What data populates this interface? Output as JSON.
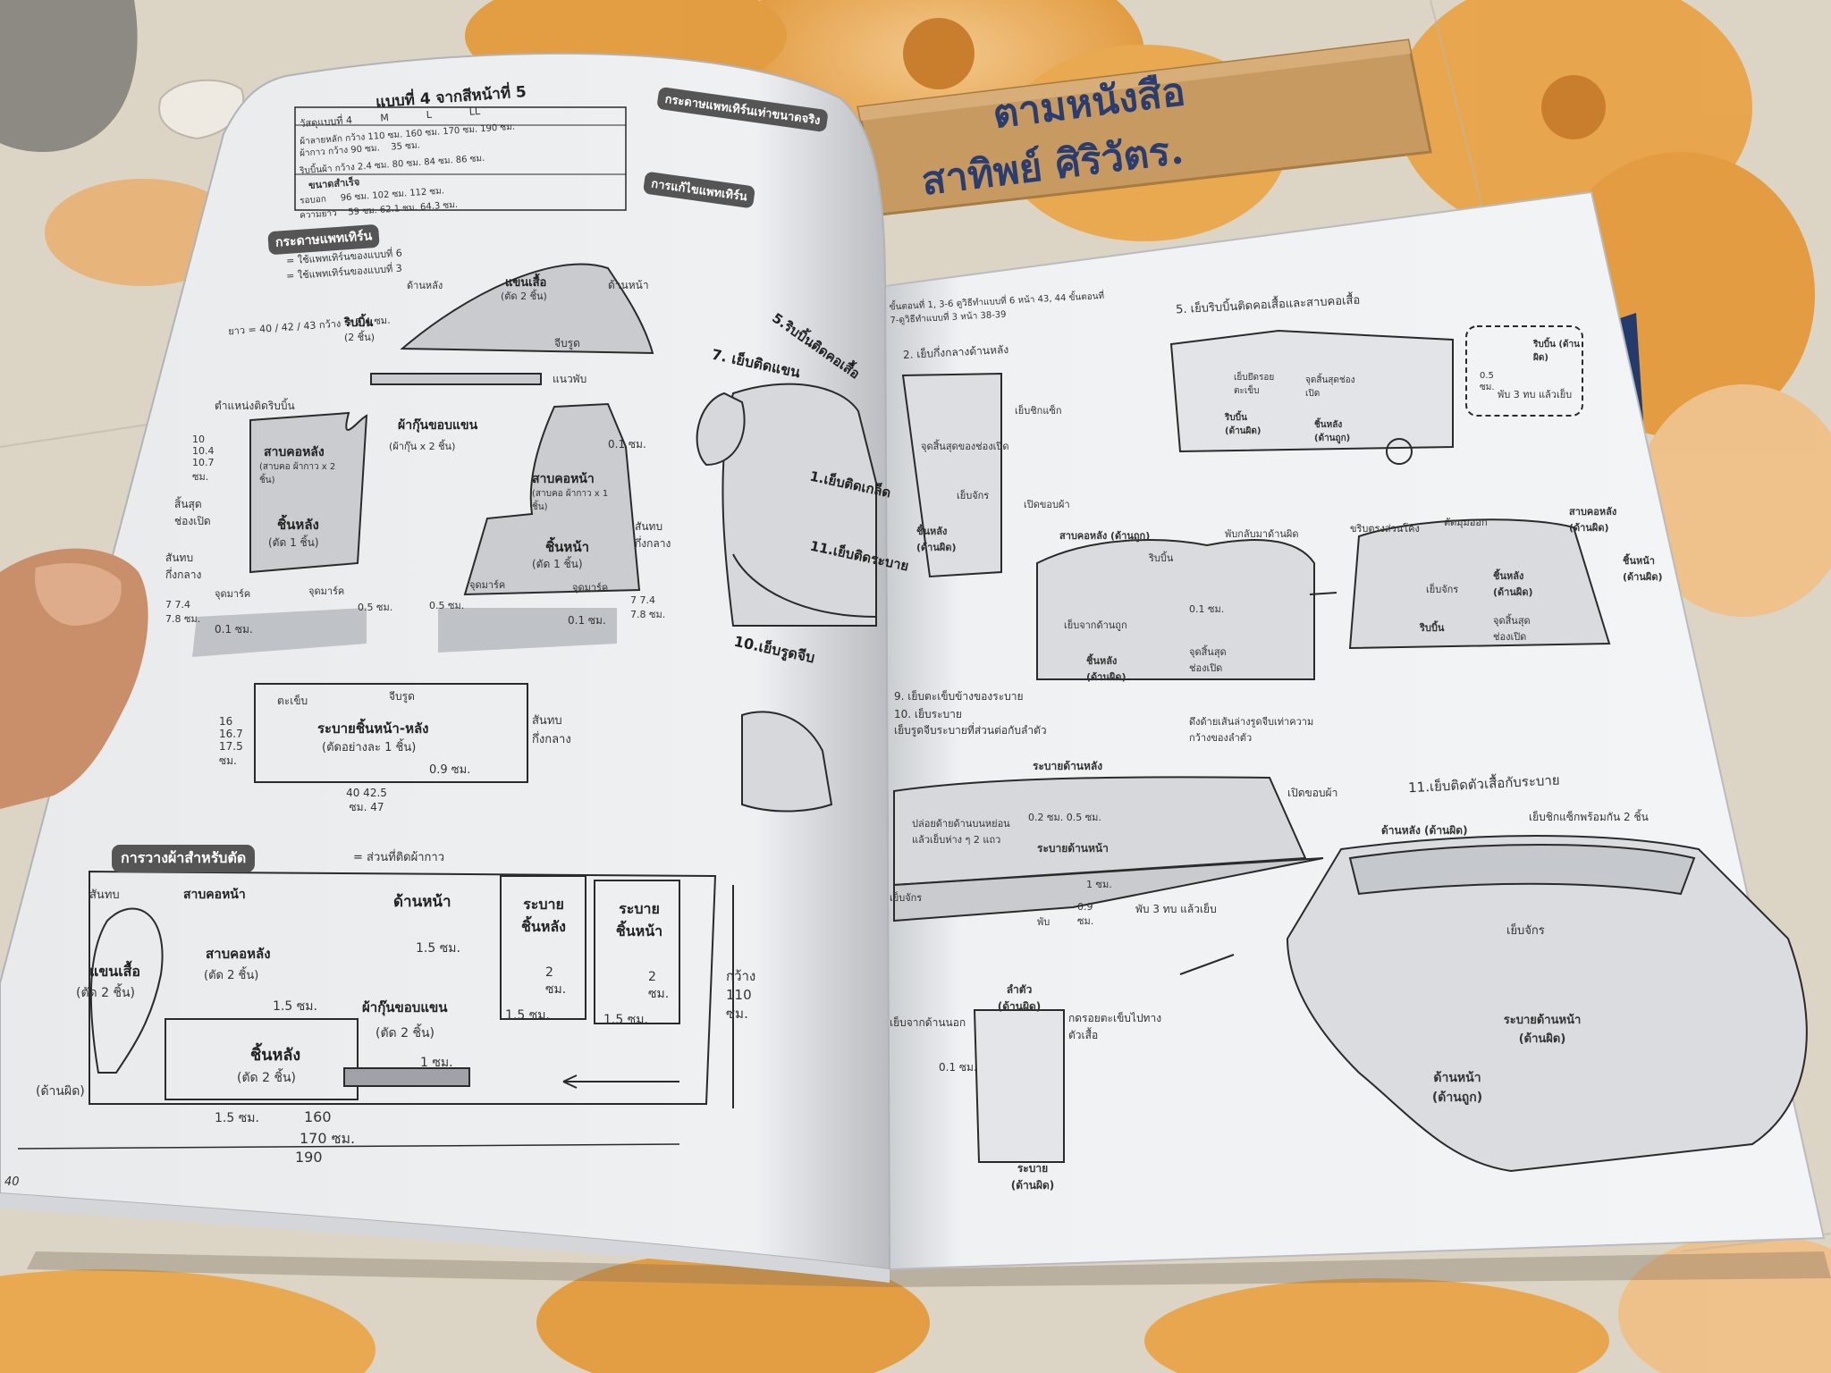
{
  "scene": {
    "description_free": true
  },
  "cardboard_label": {
    "line1": "ตามหนังสือ",
    "line2": "สาทิพย์ ศิริวัตร."
  },
  "left_page": {
    "heading": "แบบที่ 4 จากสีหน้าที่ 5",
    "size_table": {
      "headers": [
        "วัสดุแบบที่ 4",
        "M",
        "L",
        "LL"
      ],
      "rows": [
        [
          "ผ้าลายหลัก กว้าง 110 ซม.",
          "160 ซม.",
          "170 ซม.",
          "190 ซม."
        ],
        [
          "ผ้ากาว กว้าง 90 ซม.",
          "",
          "35 ซม.",
          ""
        ],
        [
          "ริบบิ้นผ้า กว้าง 2.4 ซม.",
          "80 ซม.",
          "84 ซม.",
          "86 ซม."
        ],
        [
          "ขนาดสำเร็จ",
          "",
          "",
          ""
        ],
        [
          "รอบอก",
          "96 ซม.",
          "102 ซม.",
          "112 ซม."
        ],
        [
          "ความยาว",
          "59 ซม.",
          "62.1 ซม.",
          "64.3 ซม."
        ]
      ]
    },
    "pattern_legend_title": "กระดาษแพทเทิร์น",
    "legend_a": "= ใช้แพทเทิร์นของแบบที่ 6",
    "legend_b": "= ใช้แพทเทิร์นของแบบที่ 3",
    "sleeve_label": "แขนเสื้อ",
    "sleeve_cut": "(ตัด 2 ชิ้น)",
    "back_side": "ด้านหลัง",
    "front_side": "ด้านหน้า",
    "gathers": "จีบรูด",
    "ribbon_dims": "ยาว = 40 / 42 / 43  กว้าง = 2.4 ซม.",
    "ribbon_label": "ริบบิ้น",
    "ribbon_cut": "(2 ชิ้น)",
    "fold_line": "แนวพับ",
    "ribbon_pos": "ตำแหน่งติดริบบิ้น",
    "back_neck_facing": "สาบคอหลัง",
    "back_neck_note": "(สาบคอ ผ้ากาว x 2 ชิ้น)",
    "back_piece": "ชิ้นหลัง",
    "back_piece_cut": "(ตัด 1 ชิ้น)",
    "armhole_facing": "ผ้ากุ๊นขอบแขน",
    "armhole_note": "(ผ้ากุ๊น x 2 ชิ้น)",
    "front_neck_facing": "สาบคอหน้า",
    "front_neck_note": "(สาบคอ ผ้ากาว x 1 ชิ้น)",
    "front_piece": "ชิ้นหน้า",
    "front_piece_cut": "(ตัด 1 ชิ้น)",
    "end_of_opening": "สิ้นสุดช่องเปิด",
    "center_fold": "สันทบกึ่งกลาง",
    "dart_mark": "จุดมาร์ค",
    "back_dims_left": "10 10.4 10.7 ซม.",
    "back_dims_bottom": "7 7.4 7.8 ซม.",
    "front_dims_right": "7 7.4 7.8 ซม.",
    "seam_01": "0.1 ซม.",
    "seam_05": "0.5 ซม.",
    "ruffle_label": "ระบายชิ้นหน้า-หลัง",
    "ruffle_cut": "(ตัดอย่างละ 1 ชิ้น)",
    "ruffle_tack": "ตะเข็บ",
    "ruffle_gathers": "จีบรูด",
    "ruffle_height": "16 16.7 17.5 ซม.",
    "ruffle_width": "40 42.5 ซม. 47",
    "ruffle_09": "0.9 ซม.",
    "layout_title": "การวางผ้าสำหรับตัด",
    "layout_legend": "= ส่วนที่ติดผ้ากาว",
    "layout": {
      "fold": "สันทบ",
      "front_neck": "สาบคอหน้า",
      "front_side": "ด้านหน้า",
      "sleeve": "แขนเสื้อ",
      "sleeve_cut": "(ตัด 2 ชิ้น)",
      "back_neck": "สาบคอหลัง",
      "back_neck_cut": "(ตัด 2 ชิ้น)",
      "back_piece": "ชิ้นหลัง",
      "back_piece_cut": "(ตัด 2 ชิ้น)",
      "armhole": "ผ้ากุ๊นขอบแขน",
      "armhole_cut": "(ตัด 2 ชิ้น)",
      "ruffle_back": "ระบายชิ้นหลัง",
      "ruffle_front": "ระบายชิ้นหน้า",
      "wrong_side": "(ด้านผิด)",
      "seam_15": "1.5 ซม.",
      "seam_1": "1 ซม.",
      "seam_2": "2 ซม.",
      "fabric_width": "กว้าง 110 ซม.",
      "length_1": "160",
      "length_2": "170 ซม.",
      "length_3": "190"
    },
    "right_col_title1": "กระดาษแพทเทิร์นเท่าขนาดจริง",
    "right_col_title2": "การแก้ไขแพทเทิร์น",
    "step7": "7. เย็บติดแขน",
    "step5": "5.ริบบิ้นติดคอเสื้อ",
    "step1": "1.เย็บติดเกล็ด",
    "step11": "11.เย็บติดระบาย",
    "step10": "10.เย็บรูดจีบ",
    "page_number": "40"
  },
  "right_page": {
    "header_note": "ขั้นตอนที่ 1, 3-6 ดูวิธีทำแบบที่ 6 หน้า 43, 44  ขั้นตอนที่ 7-ดูวิธีทำแบบที่ 3 หน้า 38-39",
    "step2": "2. เย็บกึ่งกลางด้านหลัง",
    "step2_a": "เย็บชิกแซ็ก",
    "step2_b": "จุดสิ้นสุดของช่องเปิด",
    "step2_c": "เย็บจักร",
    "step2_d": "เปิดขอบผ้า",
    "step2_e": "ชิ้นหลัง (ด้านผิด)",
    "step5": "5. เย็บริบบิ้นติดคอเสื้อและสาบคอเสื้อ",
    "step5_a": "เย็บยึดรอยตะเข็บ",
    "step5_b": "จุดสิ้นสุดช่องเปิด",
    "step5_c": "ริบบิ้น (ด้านผิด)",
    "step5_d": "ชิ้นหลัง (ด้านถูก)",
    "step5_e": "ริบบิ้น (ด้านผิด)",
    "step5_f": "0.5 ซม.",
    "step5_g": "พับ 3 ทบ แล้วเย็บ",
    "neck_a": "สาบคอหลัง (ด้านถูก)",
    "neck_b": "พับกลับมาด้านผิด",
    "neck_c": "ริบบิ้น",
    "neck_d": "เย็บจากด้านถูก",
    "neck_e": "ชิ้นหลัง (ด้านผิด)",
    "neck_f": "จุดสิ้นสุดช่องเปิด",
    "neck_g": "0.1 ซม.",
    "neck_h": "ขริบตรงส่วนโค้ง",
    "neck_i": "ตัดมุมออก",
    "neck_j": "สาบคอหลัง (ด้านผิด)",
    "neck_k": "ชิ้นหลัง (ด้านผิด)",
    "neck_l": "ชิ้นหน้า (ด้านผิด)",
    "neck_m": "เย็บจักร",
    "neck_n": "ริบบิ้น",
    "neck_o": "จุดสิ้นสุดช่องเปิด",
    "ruffle_step": "9. เย็บตะเข็บข้างของระบาย",
    "ruffle_step2": "10. เย็บระบาย",
    "ruffle_step3": "เย็บรูดจีบระบายที่ส่วนต่อกับลำตัว",
    "ruffle_a": "ดึงด้ายเส้นล่างรูดจีบเท่าความกว้างของลำตัว",
    "ruffle_b": "ระบายด้านหลัง",
    "ruffle_c": "เปิดขอบผ้า",
    "ruffle_d": "ปล่อยด้ายด้านบนหย่อน แล้วเย็บห่าง ๆ 2 แถว",
    "ruffle_e": "0.2 ซม. 0.5 ซม.",
    "ruffle_f": "ระบายด้านหน้า",
    "ruffle_g": "เย็บจักร",
    "ruffle_h": "1 ซม.",
    "ruffle_i": "พับ",
    "ruffle_j": "0.9 ซม.",
    "ruffle_k": "พับ 3 ทบ แล้วเย็บ",
    "step11": "11.เย็บติดตัวเสื้อกับระบาย",
    "s11_a": "ด้านหลัง (ด้านผิด)",
    "s11_b": "เย็บชิกแซ็กพร้อมกัน 2 ชิ้น",
    "s11_c": "เย็บจักร",
    "s11_d": "ระบายด้านหน้า (ด้านผิด)",
    "s11_e": "ด้านหน้า (ด้านถูก)",
    "body_a": "ลำตัว (ด้านผิด)",
    "body_b": "เย็บจากด้านนอก",
    "body_c": "กดรอยตะเข็บไปทางตัวเสื้อ",
    "body_d": "0.1 ซม.",
    "body_e": "ระบาย (ด้านผิด)"
  },
  "colors": {
    "floor": "#d9c9a8",
    "tile_flower": "#e7a244",
    "page": "#eef0f2",
    "ink": "#2a2a2a",
    "cardboard": "#c79a62",
    "marker": "#2a3d6e",
    "skin": "#c98f6b"
  }
}
